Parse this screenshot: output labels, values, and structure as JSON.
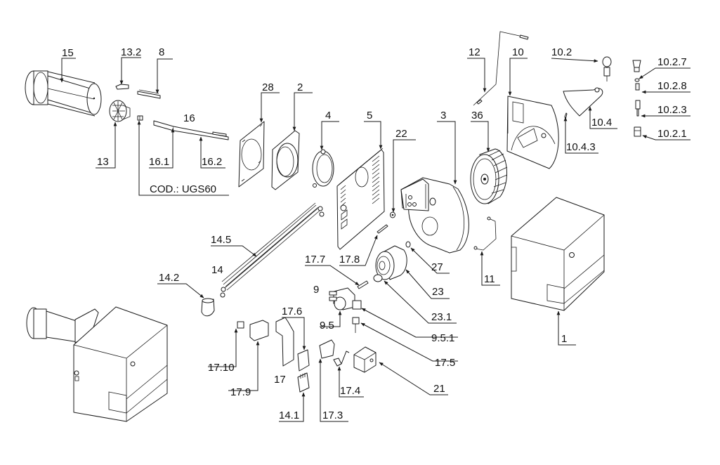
{
  "diagram": {
    "title": "Burner exploded parts diagram",
    "code_label": "COD.: UGS60",
    "line_color": "#1a1a1a",
    "background": "#ffffff"
  },
  "labels": {
    "p15": "15",
    "p13_2": "13.2",
    "p8": "8",
    "p13": "13",
    "p16": "16",
    "p16_1": "16.1",
    "p16_2": "16.2",
    "p28": "28",
    "p2": "2",
    "p4": "4",
    "p5": "5",
    "p22": "22",
    "p3": "3",
    "p36": "36",
    "p12": "12",
    "p10": "10",
    "p10_2": "10.2",
    "p10_2_7": "10.2.7",
    "p10_2_8": "10.2.8",
    "p10_2_3": "10.2.3",
    "p10_2_1": "10.2.1",
    "p10_4": "10.4",
    "p10_4_3": "10.4.3",
    "p14_5": "14.5",
    "p14": "14",
    "p14_2": "14.2",
    "p17_7": "17.7",
    "p17_8": "17.8",
    "p27": "27",
    "p23": "23",
    "p23_1": "23.1",
    "p11": "11",
    "p1": "1",
    "p9": "9",
    "p9_5": "9.5",
    "p9_5_1": "9.5.1",
    "p17_5": "17.5",
    "p17_6": "17.6",
    "p17_10": "17.10",
    "p17_9": "17.9",
    "p17": "17",
    "p14_1": "14.1",
    "p17_3": "17.3",
    "p17_4": "17.4",
    "p21": "21"
  }
}
